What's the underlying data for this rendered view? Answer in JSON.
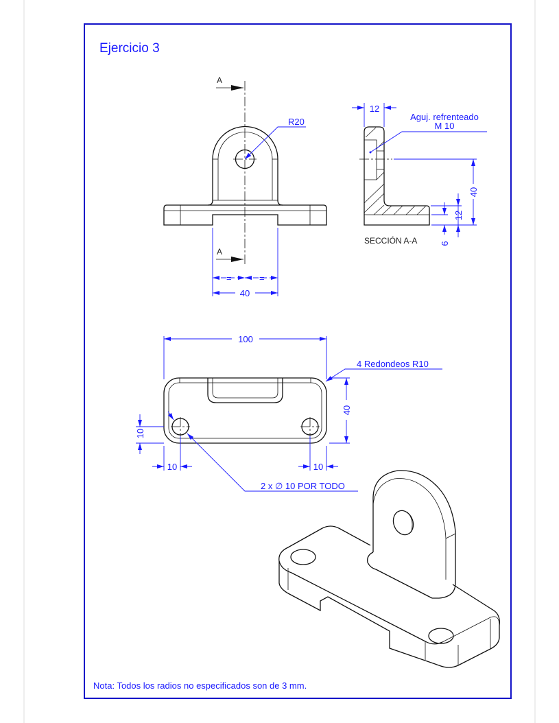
{
  "title": "Ejercicio 3",
  "note": "Nota: Todos los radios no especificados son de 3 mm.",
  "colors": {
    "dimension": "#1a1aff",
    "border": "#1212c8",
    "lines": "#111111"
  },
  "front_view": {
    "section_label_top": "A",
    "section_label_bottom": "A",
    "radius_label": "R20",
    "equal_left": "=",
    "equal_right": "=",
    "width_dim": "40"
  },
  "section_view": {
    "title": "SECCIÓN A-A",
    "thickness_dim": "12",
    "hole_callout_line1": "Aguj. refrenteado",
    "hole_callout_line2": "M 10",
    "height_dim": "40",
    "base_dim": "12",
    "step_dim": "6"
  },
  "top_view": {
    "length_dim": "100",
    "fillet_callout": "4 Redondeos R10",
    "width_dim": "40",
    "hole_offset_vertical": "10",
    "hole_offset_left": "10",
    "hole_offset_right": "10",
    "hole_callout": "2 x ∅ 10 POR TODO"
  }
}
